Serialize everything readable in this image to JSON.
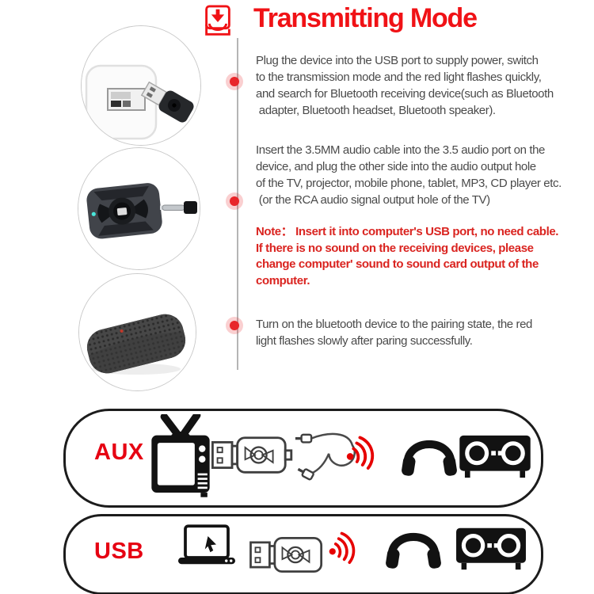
{
  "header": {
    "title": "Transmitting Mode",
    "icon": "download-tray-icon",
    "title_color": "#f01216"
  },
  "product_photos": [
    {
      "name": "usb-adapter-with-dongle-photo",
      "description": "USB dongle plugging into white USB power adapter"
    },
    {
      "name": "transmitter-with-aux-jack-photo",
      "description": "Bluetooth transmitter with 3.5mm audio jack plug"
    },
    {
      "name": "bluetooth-speaker-photo",
      "description": "Bluetooth speaker with mesh grille"
    }
  ],
  "steps": [
    {
      "marker": "red-dot",
      "text": "Plug the device into the USB port to supply power, switch\nto the transmission mode and the red light flashes quickly,\nand search for Bluetooth receiving device(such as Bluetooth\n adapter, Bluetooth headset, Bluetooth speaker)."
    },
    {
      "marker": "red-dot",
      "text": "Insert the 3.5MM audio cable into the 3.5 audio port on the\ndevice, and plug the other side into the audio output hole\nof the TV, projector, mobile phone, tablet, MP3, CD player etc.\n (or the RCA audio signal output hole of the TV)"
    },
    {
      "marker": "none",
      "style": "note",
      "text": "Note： Insert it into computer's USB port, no need cable.\nIf there is no sound on the receiving devices, please\nchange computer' sound to sound card output of the\ncomputer."
    },
    {
      "marker": "red-dot",
      "text": "Turn on the bluetooth device to the pairing state, the red\nlight flashes slowly after paring successfully."
    }
  ],
  "modes": [
    {
      "label": "AUX",
      "icons": [
        "tv-icon",
        "usb-transmitter-with-aux-nub-icon",
        "aux-cable-loop-icon",
        "wireless-signal-icon",
        "headphones-icon",
        "stereo-speaker-icon"
      ]
    },
    {
      "label": "USB",
      "icons": [
        "laptop-icon",
        "usb-transmitter-icon",
        "wireless-signal-icon",
        "headphones-icon",
        "stereo-speaker-icon"
      ]
    }
  ],
  "colors": {
    "accent_red": "#f01216",
    "label_red": "#e60012",
    "note_red": "#da2420",
    "body_text": "#4a4a4a",
    "panel_border": "#1c1c1c",
    "timeline_gray": "#b5b5b5",
    "circle_border": "#c9c9c9"
  }
}
